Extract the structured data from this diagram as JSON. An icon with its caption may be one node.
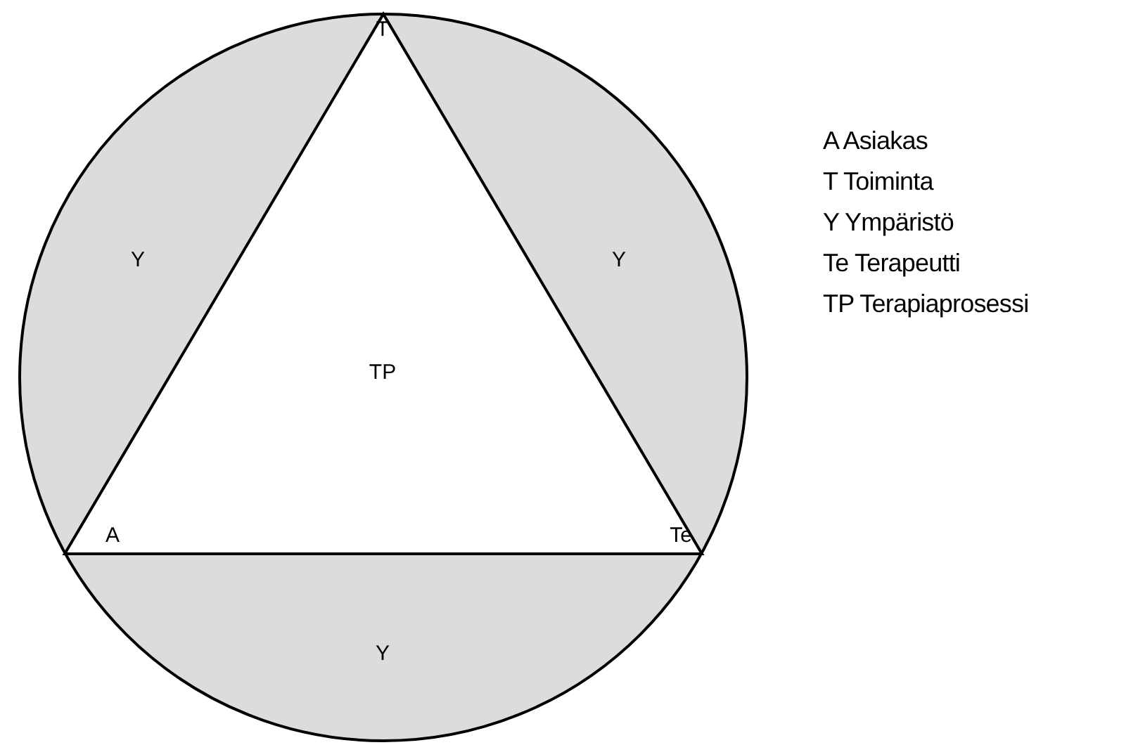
{
  "diagram": {
    "nodes": [
      {
        "text": [
          "Y",
          "Y",
          "Y"
        ]
      },
      {
        "text": [
          "T",
          "TP",
          "A",
          "Te"
        ],
        "in": 0
      }
    ],
    "labels": [
      "A Asiakas",
      "T Toiminta",
      "Y Ympäristö",
      "Te Terapeutti",
      "TP Terapiaprosessi"
    ]
  }
}
